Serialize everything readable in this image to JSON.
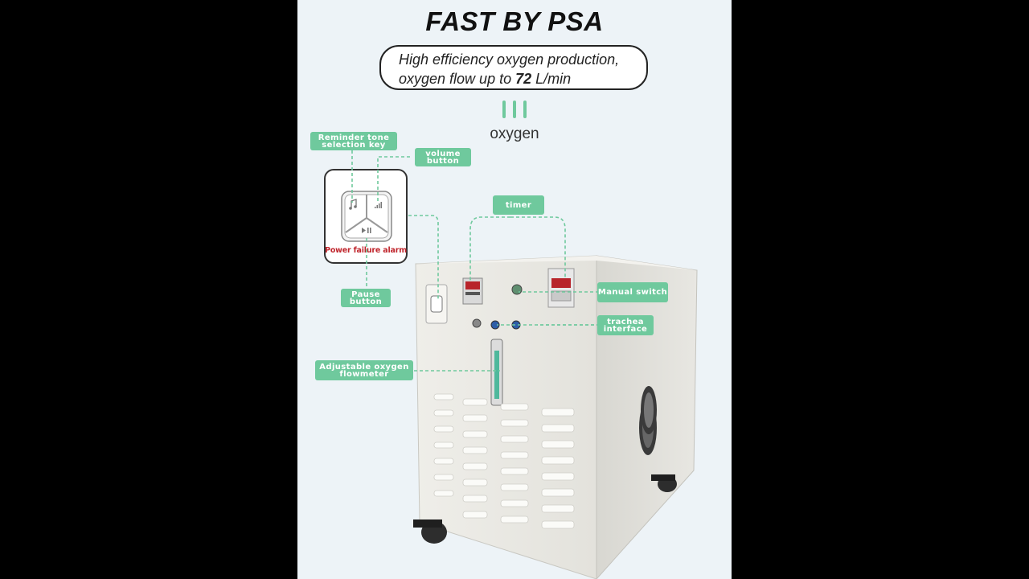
{
  "title": "FAST BY PSA",
  "subtitle": {
    "line1": "High efficiency oxygen production,",
    "line2_prefix": "oxygen flow up to ",
    "line2_value": "72",
    "line2_unit": " L/min"
  },
  "oxygen_label": "oxygen",
  "labels": {
    "reminder_tone": "Reminder tone selection key",
    "volume": "volume button",
    "timer": "timer",
    "manual_switch": "Manual switch",
    "trachea": "trachea interface",
    "flowmeter": "Adjustable oxygen flowmeter",
    "pause": "Pause button",
    "power_failure": "Power failure alarm"
  },
  "colors": {
    "accent": "#6fc99d",
    "alarm": "#c0262d",
    "background": "#edf3f7",
    "machine_body": "#e7e6e0"
  },
  "icons": [
    "music-note-icon",
    "volume-bars-icon",
    "play-pause-icon",
    "oxygen-lines-icon"
  ]
}
